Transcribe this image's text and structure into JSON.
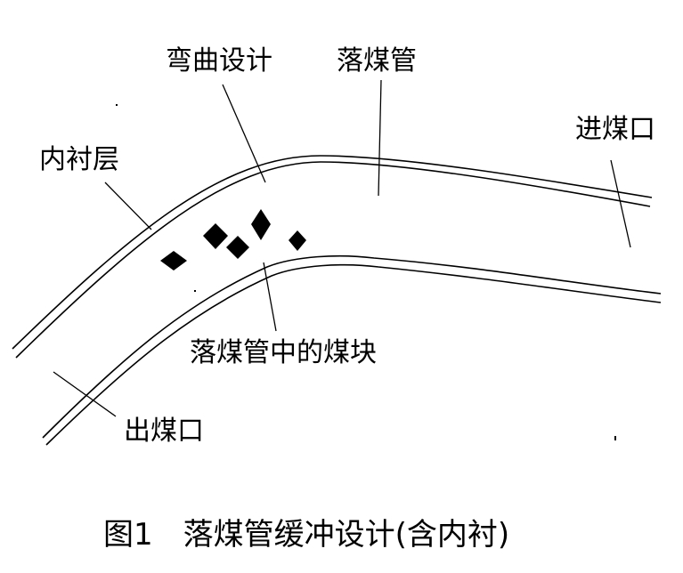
{
  "labels": {
    "bend_design": "弯曲设计",
    "chute": "落煤管",
    "inlet": "进煤口",
    "lining": "内衬层",
    "coal_in_chute": "落煤管中的煤块",
    "outlet": "出煤口"
  },
  "caption": "图1　落煤管缓冲设计(含内衬)",
  "colors": {
    "line": "#000000",
    "background": "#ffffff"
  }
}
